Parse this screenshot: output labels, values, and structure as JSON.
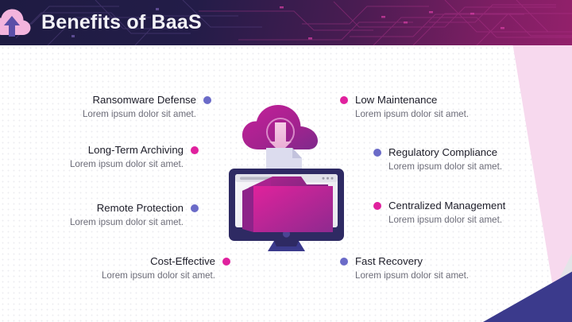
{
  "header": {
    "title": "Benefits of BaaS",
    "logo_icon": "cloud-upload-icon"
  },
  "colors": {
    "purple_dot": "#6b6bc8",
    "magenta_dot": "#e0219e",
    "header_dark": "#1e1b42",
    "header_magenta": "#93206b",
    "title_text": "#1c1c28",
    "desc_text": "#6c6c78",
    "corner_navy": "#3b3a8c",
    "edge_pink": "#f7d9ee"
  },
  "features_left": [
    {
      "title": "Ransomware Defense",
      "desc": "Lorem ipsum dolor sit amet.",
      "dot": "purple"
    },
    {
      "title": "Long-Term Archiving",
      "desc": "Lorem ipsum dolor sit amet.",
      "dot": "magenta"
    },
    {
      "title": "Remote Protection",
      "desc": "Lorem ipsum dolor sit amet.",
      "dot": "purple"
    },
    {
      "title": "Cost-Effective",
      "desc": "Lorem ipsum dolor sit amet.",
      "dot": "magenta"
    }
  ],
  "features_right": [
    {
      "title": "Low Maintenance",
      "desc": "Lorem ipsum dolor sit amet.",
      "dot": "magenta"
    },
    {
      "title": "Regulatory Compliance",
      "desc": "Lorem ipsum dolor sit amet.",
      "dot": "purple"
    },
    {
      "title": "Centralized Management",
      "desc": "Lorem ipsum dolor sit amet.",
      "dot": "magenta"
    },
    {
      "title": "Fast Recovery",
      "desc": "Lorem ipsum dolor sit amet.",
      "dot": "purple"
    }
  ],
  "illustration": {
    "name": "cloud-backup-illustration",
    "parts": [
      "cloud-icon",
      "download-arrow-icon",
      "document-icon",
      "folder-icon",
      "monitor-icon"
    ]
  }
}
